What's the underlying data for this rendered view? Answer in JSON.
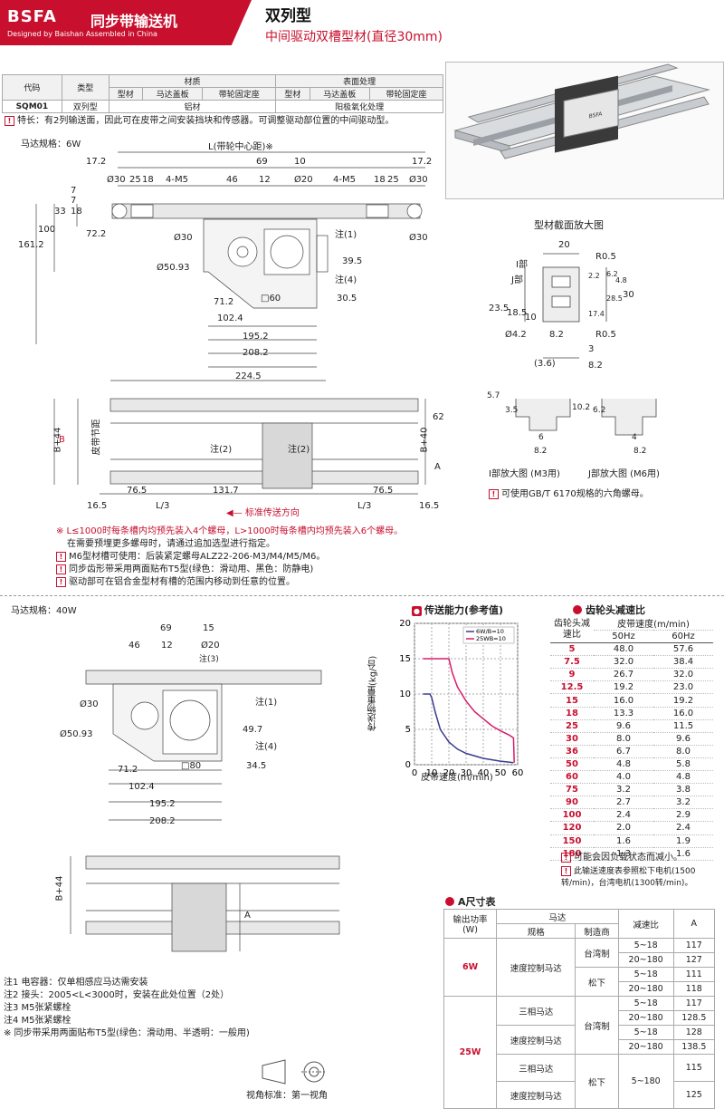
{
  "header": {
    "logo": "BSFA",
    "logo_sub": "Designed by Baishan Assembled in China",
    "brand_title": "同步带输送机",
    "title": "双列型",
    "subtitle": "中间驱动双槽型材(直径30mm)"
  },
  "spec_table": {
    "headers": [
      "代码",
      "类型",
      "材质",
      "表面处理"
    ],
    "sub_headers": [
      "型材",
      "马达盖板",
      "带轮固定座",
      "型材",
      "马达盖板",
      "带轮固定座"
    ],
    "row": {
      "code": "SQM01",
      "type": "双列型",
      "material": "铝材",
      "surface": "阳极氧化处理"
    }
  },
  "feature_note": "特长：有2列输送面，因此可在皮带之间安装挡块和传感器。可调整驱动部位置的中间驱动型。",
  "motor6w": {
    "label": "马达规格：6W",
    "dims": [
      "L(带轮中心距)※",
      "17.2",
      "17.2",
      "69",
      "10",
      "Ø30",
      "25",
      "18",
      "4-M5",
      "46",
      "12",
      "Ø20",
      "4-M5",
      "18",
      "25",
      "Ø30",
      "7",
      "33",
      "18",
      "100",
      "161.2",
      "72.2",
      "Ø30",
      "注(1)",
      "39.5",
      "注(4)",
      "Ø50.93",
      "71.2",
      "□60",
      "30.5",
      "102.4",
      "195.2",
      "208.2",
      "Ø30",
      "7"
    ],
    "plan_dims": [
      "224.5",
      "B+44",
      "B",
      "皮带节距",
      "注(2)",
      "注(2)",
      "B+40",
      "62",
      "A",
      "76.5",
      "131.7",
      "76.5",
      "16.5",
      "L/3",
      "L/3",
      "16.5",
      "标准传送方向"
    ]
  },
  "section": {
    "title": "型材截面放大图",
    "labels": [
      "20",
      "R0.5",
      "I部",
      "J部",
      "23.5",
      "18.5",
      "10",
      "Ø4.2",
      "8.2",
      "R0.5",
      "3",
      "(3.6)",
      "8.2",
      "30",
      "28.5",
      "17.4",
      "2.2",
      "6.2",
      "4.8"
    ],
    "i_detail": "I部放大图 (M3用)",
    "j_detail": "J部放大图 (M6用)",
    "i_dims": [
      "5.7",
      "3.5",
      "6",
      "8.2"
    ],
    "j_dims": [
      "10.2",
      "6.2",
      "4",
      "8.2"
    ],
    "nut_note": "可使用GB/T 6170规格的六角螺母。"
  },
  "notes_mid": [
    "※ L≤1000时每条槽内均预先装入4个螺母，L>1000时每条槽内均预先装入6个螺母。",
    "在需要预埋更多螺母时，请通过追加选型进行指定。",
    "M6型材槽可使用：后装紧定螺母ALZ22-206-M3/M4/M5/M6。",
    "同步齿形带采用两面贴布T5型(绿色：滑动用、黑色：防静电)",
    "驱动部可在铝合金型材有槽的范围内移动到任意的位置。"
  ],
  "motor40w": {
    "label": "马达规格：40W",
    "dims": [
      "69",
      "15",
      "46",
      "12",
      "Ø20",
      "注(3)",
      "Ø30",
      "注(1)",
      "49.7",
      "注(4)",
      "Ø50.93",
      "71.2",
      "□80",
      "34.5",
      "102.4",
      "195.2",
      "208.2",
      "B+44",
      "A"
    ]
  },
  "chart_data": {
    "type": "line",
    "title": "传送能力(参考值)",
    "xlabel": "皮带速度(m/min)",
    "ylabel": "传送物重量(kg/台)",
    "xlim": [
      0,
      60
    ],
    "ylim": [
      0,
      20
    ],
    "xticks": [
      0,
      10,
      20,
      30,
      40,
      50,
      60
    ],
    "yticks": [
      0,
      5,
      10,
      15,
      20
    ],
    "grid": true,
    "legend": "top-right",
    "series": [
      {
        "name": "6W/B=10",
        "color": "#3b3b8f",
        "x": [
          5,
          9,
          10,
          12,
          15,
          20,
          25,
          30,
          40,
          50,
          57.6
        ],
        "y": [
          10,
          10,
          9.5,
          7.5,
          5,
          3.2,
          2.2,
          1.6,
          0.9,
          0.5,
          0.3
        ]
      },
      {
        "name": "25WB=10",
        "color": "#d81b6b",
        "x": [
          5,
          20,
          22,
          25,
          30,
          35,
          40,
          45,
          50,
          55,
          57.6,
          58
        ],
        "y": [
          15,
          15,
          13,
          11,
          9,
          7.5,
          6.5,
          5.5,
          4.8,
          4.2,
          3.8,
          0.3
        ]
      }
    ]
  },
  "gear_table": {
    "title": "齿轮头减速比",
    "headers": [
      "齿轮头减速比",
      "皮带速度(m/min)",
      "50Hz",
      "60Hz"
    ],
    "rows": [
      [
        "5",
        "48.0",
        "57.6"
      ],
      [
        "7.5",
        "32.0",
        "38.4"
      ],
      [
        "9",
        "26.7",
        "32.0"
      ],
      [
        "12.5",
        "19.2",
        "23.0"
      ],
      [
        "15",
        "16.0",
        "19.2"
      ],
      [
        "18",
        "13.3",
        "16.0"
      ],
      [
        "25",
        "9.6",
        "11.5"
      ],
      [
        "30",
        "8.0",
        "9.6"
      ],
      [
        "36",
        "6.7",
        "8.0"
      ],
      [
        "50",
        "4.8",
        "5.8"
      ],
      [
        "60",
        "4.0",
        "4.8"
      ],
      [
        "75",
        "3.2",
        "3.8"
      ],
      [
        "90",
        "2.7",
        "3.2"
      ],
      [
        "100",
        "2.4",
        "2.9"
      ],
      [
        "120",
        "2.0",
        "2.4"
      ],
      [
        "150",
        "1.6",
        "1.9"
      ],
      [
        "180",
        "1.3",
        "1.6"
      ]
    ],
    "notes": [
      "可能会因负载状态而减小。",
      "此输送速度表参照松下电机(1500转/min)，台湾电机(1300转/min)。"
    ]
  },
  "a_table": {
    "title": "A尺寸表",
    "headers": [
      "输出功率(W)",
      "马达",
      "规格",
      "制造商",
      "减速比",
      "A"
    ],
    "rows": [
      {
        "power": "6W",
        "spec": "速度控制马达",
        "maker": "台湾制",
        "ratio": "5~18",
        "a": "117"
      },
      {
        "power": "",
        "spec": "",
        "maker": "",
        "ratio": "20~180",
        "a": "127"
      },
      {
        "power": "",
        "spec": "",
        "maker": "松下",
        "ratio": "5~18",
        "a": "111"
      },
      {
        "power": "",
        "spec": "",
        "maker": "",
        "ratio": "20~180",
        "a": "118"
      },
      {
        "power": "25W",
        "spec": "三相马达",
        "maker": "台湾制",
        "ratio": "5~18",
        "a": "117"
      },
      {
        "power": "",
        "spec": "",
        "maker": "",
        "ratio": "20~180",
        "a": "128.5"
      },
      {
        "power": "",
        "spec": "速度控制马达",
        "maker": "",
        "ratio": "5~18",
        "a": "128"
      },
      {
        "power": "",
        "spec": "",
        "maker": "",
        "ratio": "20~180",
        "a": "138.5"
      },
      {
        "power": "",
        "spec": "三相马达",
        "maker": "松下",
        "ratio": "5~180",
        "a": "115"
      },
      {
        "power": "",
        "spec": "速度控制马达",
        "maker": "",
        "ratio": "",
        "a": "125"
      }
    ]
  },
  "footer_notes": [
    "注1  电容器：仅单相感应马达需安装",
    "注2  接头：2005<L<3000时，安装在此处位置（2处）",
    "注3  M5张紧螺栓",
    "注4  M5张紧螺栓",
    "※   同步带采用两面贴布T5型(绿色：滑动用、半透明：一般用)"
  ],
  "projection": "视角标准：第一视角"
}
